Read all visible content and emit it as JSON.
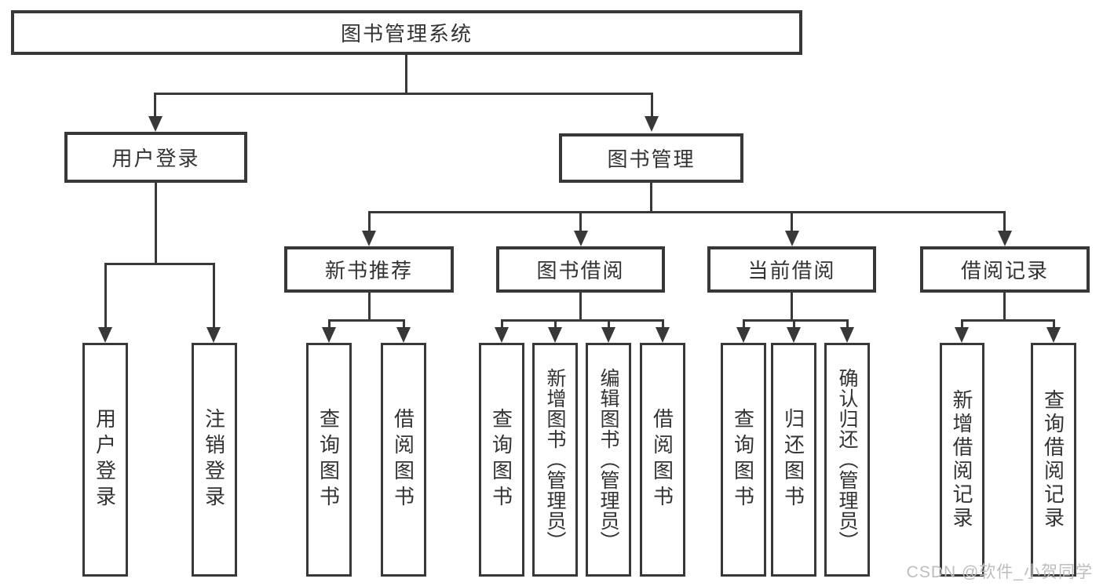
{
  "diagram": {
    "root": {
      "label": "图书管理系统"
    },
    "level2": {
      "user_login": {
        "label": "用户登录"
      },
      "book_management": {
        "label": "图书管理"
      }
    },
    "level3": {
      "new_book_recommend": {
        "label": "新书推荐"
      },
      "book_borrowing": {
        "label": "图书借阅"
      },
      "current_borrowing": {
        "label": "当前借阅"
      },
      "borrowing_records": {
        "label": "借阅记录"
      }
    },
    "leaves": {
      "user_login": {
        "label": "用户登录"
      },
      "logout": {
        "label": "注销登录"
      },
      "query_books_1": {
        "label": "查询图书"
      },
      "borrow_books_1": {
        "label": "借阅图书"
      },
      "query_books_2": {
        "label": "查询图书"
      },
      "add_book_admin": {
        "label": "新增图书（管理员）"
      },
      "edit_book_admin": {
        "label": "编辑图书（管理员）"
      },
      "borrow_books_2": {
        "label": "借阅图书"
      },
      "query_books_3": {
        "label": "查询图书"
      },
      "return_books": {
        "label": "归还图书"
      },
      "confirm_return_admin": {
        "label": "确认归还（管理员）"
      },
      "add_borrow_record": {
        "label": "新增借阅记录"
      },
      "query_borrow_record": {
        "label": "查询借阅记录"
      }
    }
  },
  "watermark": {
    "text": "CSDN @软件_小贺同学"
  },
  "colors": {
    "line": "#383838",
    "text": "#333333",
    "watermark": "#bdbdbd",
    "background": "#ffffff"
  }
}
